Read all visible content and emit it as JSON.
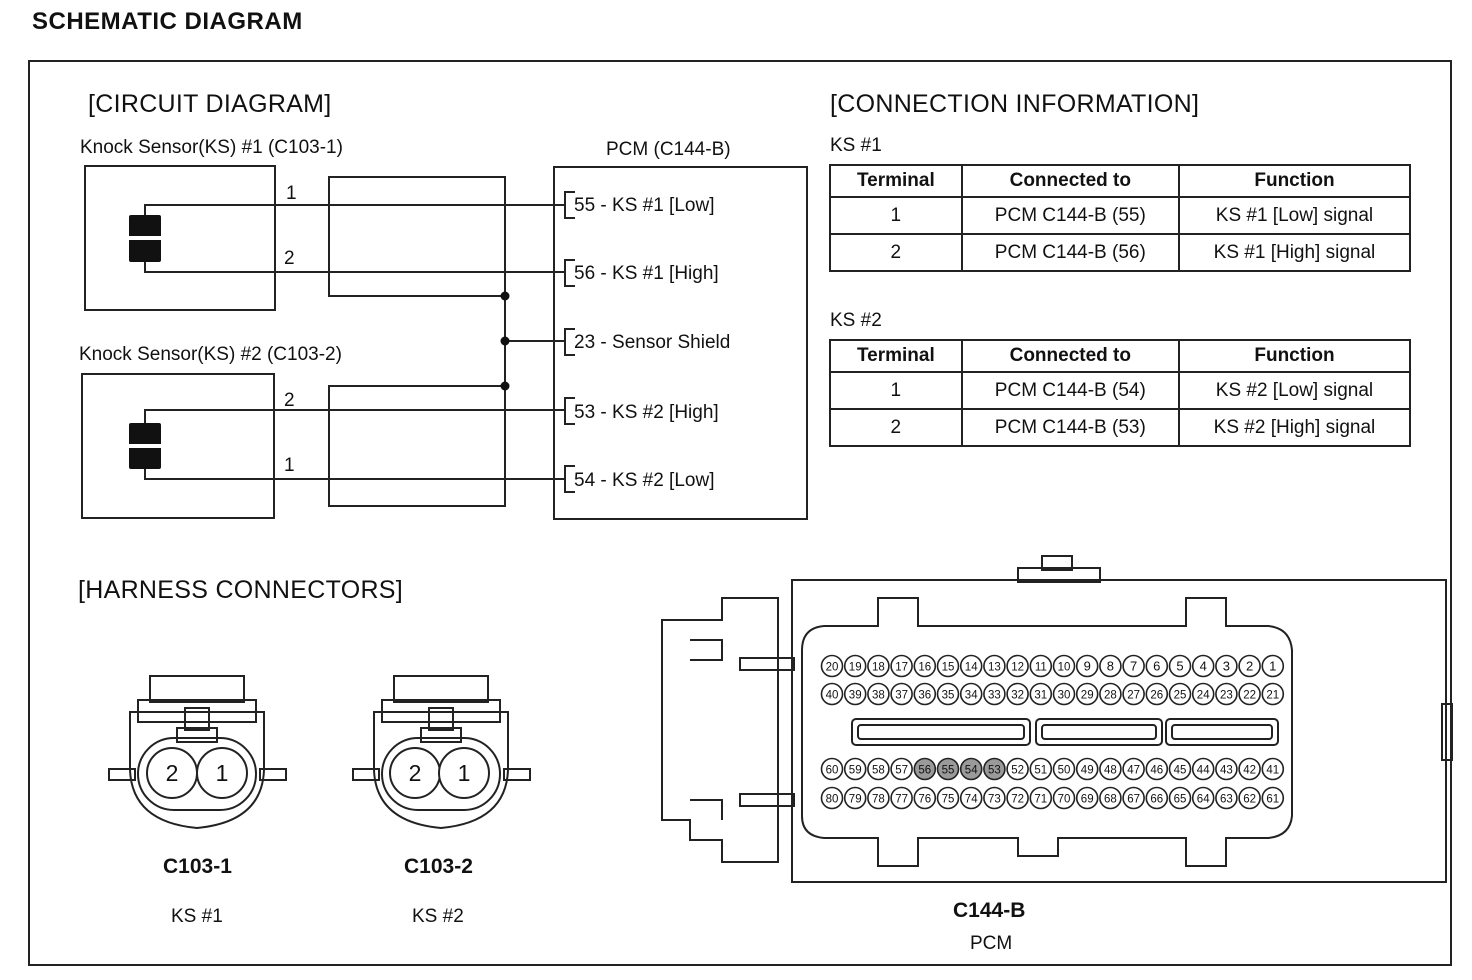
{
  "title": "SCHEMATIC DIAGRAM",
  "circuit": {
    "heading": "[CIRCUIT DIAGRAM]",
    "ks1_label": "Knock Sensor(KS) #1 (C103-1)",
    "ks2_label": "Knock Sensor(KS) #2 (C103-2)",
    "pcm_label": "PCM (C144-B)",
    "ks1_pins": [
      "1",
      "2"
    ],
    "ks2_pins": [
      "2",
      "1"
    ],
    "pcm_pins": [
      "55 - KS #1 [Low]",
      "56 - KS #1 [High]",
      "23 - Sensor Shield",
      "53 - KS #2 [High]",
      "54 - KS #2 [Low]"
    ]
  },
  "connection": {
    "heading": "[CONNECTION INFORMATION]",
    "ks1": {
      "label": "KS #1",
      "headers": [
        "Terminal",
        "Connected to",
        "Function"
      ],
      "rows": [
        [
          "1",
          "PCM C144-B (55)",
          "KS #1 [Low] signal"
        ],
        [
          "2",
          "PCM C144-B (56)",
          "KS #1 [High] signal"
        ]
      ]
    },
    "ks2": {
      "label": "KS #2",
      "headers": [
        "Terminal",
        "Connected to",
        "Function"
      ],
      "rows": [
        [
          "1",
          "PCM C144-B (54)",
          "KS #2 [Low] signal"
        ],
        [
          "2",
          "PCM C144-B (53)",
          "KS #2 [High] signal"
        ]
      ]
    }
  },
  "harness": {
    "heading": "[HARNESS CONNECTORS]",
    "c1031": {
      "name": "C103-1",
      "desc": "KS #1",
      "pins": [
        "2",
        "1"
      ]
    },
    "c1032": {
      "name": "C103-2",
      "desc": "KS #2",
      "pins": [
        "2",
        "1"
      ]
    },
    "pcm": {
      "name": "C144-B",
      "desc": "PCM",
      "rows": [
        [
          "20",
          "19",
          "18",
          "17",
          "16",
          "15",
          "14",
          "13",
          "12",
          "11",
          "10",
          "9",
          "8",
          "7",
          "6",
          "5",
          "4",
          "3",
          "2",
          "1"
        ],
        [
          "40",
          "39",
          "38",
          "37",
          "36",
          "35",
          "34",
          "33",
          "32",
          "31",
          "30",
          "29",
          "28",
          "27",
          "26",
          "25",
          "24",
          "23",
          "22",
          "21"
        ],
        [
          "60",
          "59",
          "58",
          "57",
          "56",
          "55",
          "54",
          "53",
          "52",
          "51",
          "50",
          "49",
          "48",
          "47",
          "46",
          "45",
          "44",
          "43",
          "42",
          "41"
        ],
        [
          "80",
          "79",
          "78",
          "77",
          "76",
          "75",
          "74",
          "73",
          "72",
          "71",
          "70",
          "69",
          "68",
          "67",
          "66",
          "65",
          "64",
          "63",
          "62",
          "61"
        ]
      ],
      "shaded_pins": [
        "56",
        "55",
        "54",
        "53"
      ]
    }
  }
}
